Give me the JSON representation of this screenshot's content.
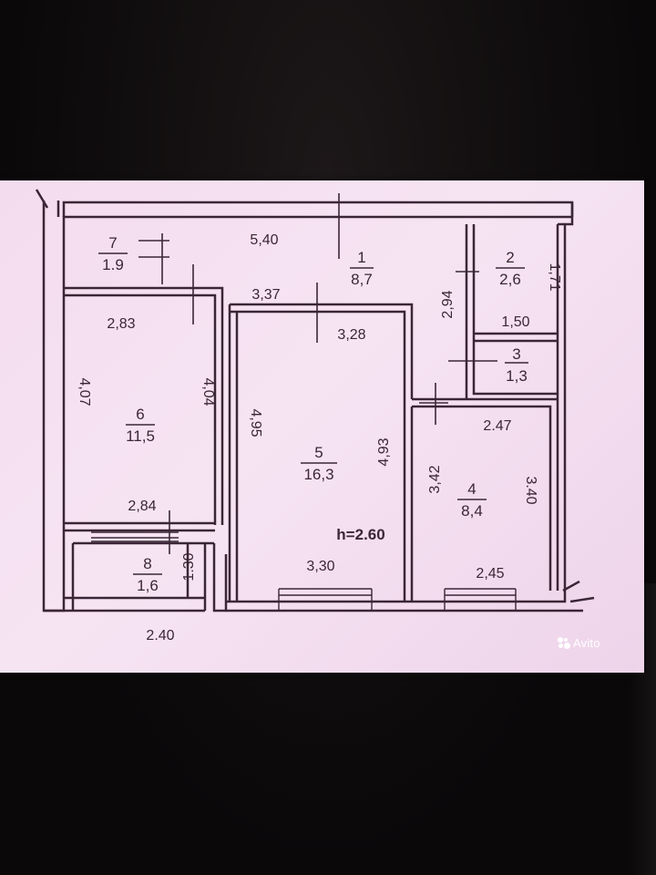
{
  "plan": {
    "ceiling_height": "h=2.60",
    "rooms": [
      {
        "num": "1",
        "area": "8,7"
      },
      {
        "num": "2",
        "area": "2,6"
      },
      {
        "num": "3",
        "area": "1,3"
      },
      {
        "num": "4",
        "area": "8,4"
      },
      {
        "num": "5",
        "area": "16,3"
      },
      {
        "num": "6",
        "area": "11,5"
      },
      {
        "num": "7",
        "area": "1.9"
      },
      {
        "num": "8",
        "area": "1,6"
      }
    ],
    "dimensions": {
      "top_540": "5,40",
      "hall_337": "3,37",
      "hall_328": "3,28",
      "hall_294": "2,94",
      "room2_171": "1,71",
      "room3_150": "1,50",
      "room6_283": "2,83",
      "room6_407": "4,07",
      "room6_404": "4,04",
      "room6_284": "2,84",
      "room5_495": "4,95",
      "room5_493": "4,93",
      "room5_330": "3,30",
      "room4_247": "2.47",
      "room4_342": "3,42",
      "room4_340": "3.40",
      "room4_245": "2,45",
      "balcony_130": "1.30",
      "balcony_240": "2.40"
    }
  },
  "watermark": {
    "text": "Avito",
    "icon": "avito-dots-icon"
  }
}
